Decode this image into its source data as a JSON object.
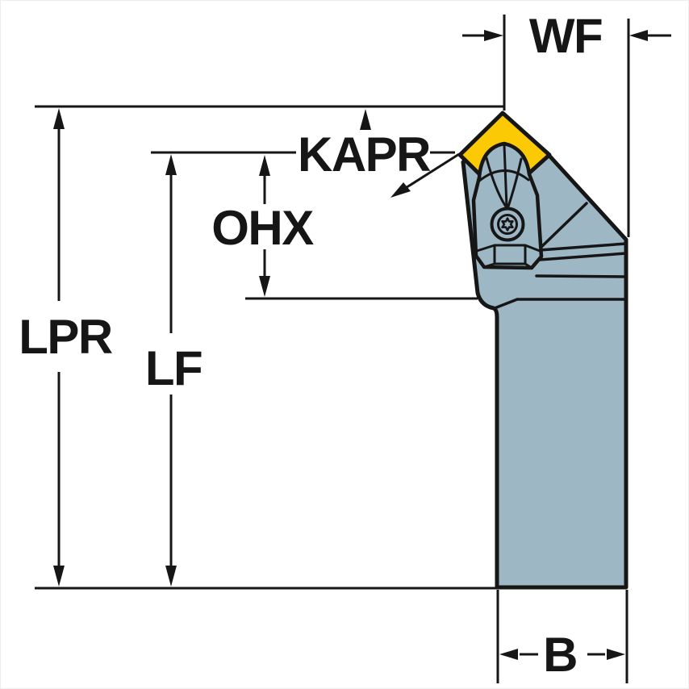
{
  "figure": {
    "labels": {
      "wf": "WF",
      "kapr": "KAPR",
      "ohx": "OHX",
      "lpr": "LPR",
      "lf": "LF",
      "b": "B"
    },
    "colors": {
      "insert_yellow": "#FCC905",
      "body_gray_blue": "#9EB7C5",
      "line_black": "#161616",
      "background": "#FFFFFF"
    }
  }
}
